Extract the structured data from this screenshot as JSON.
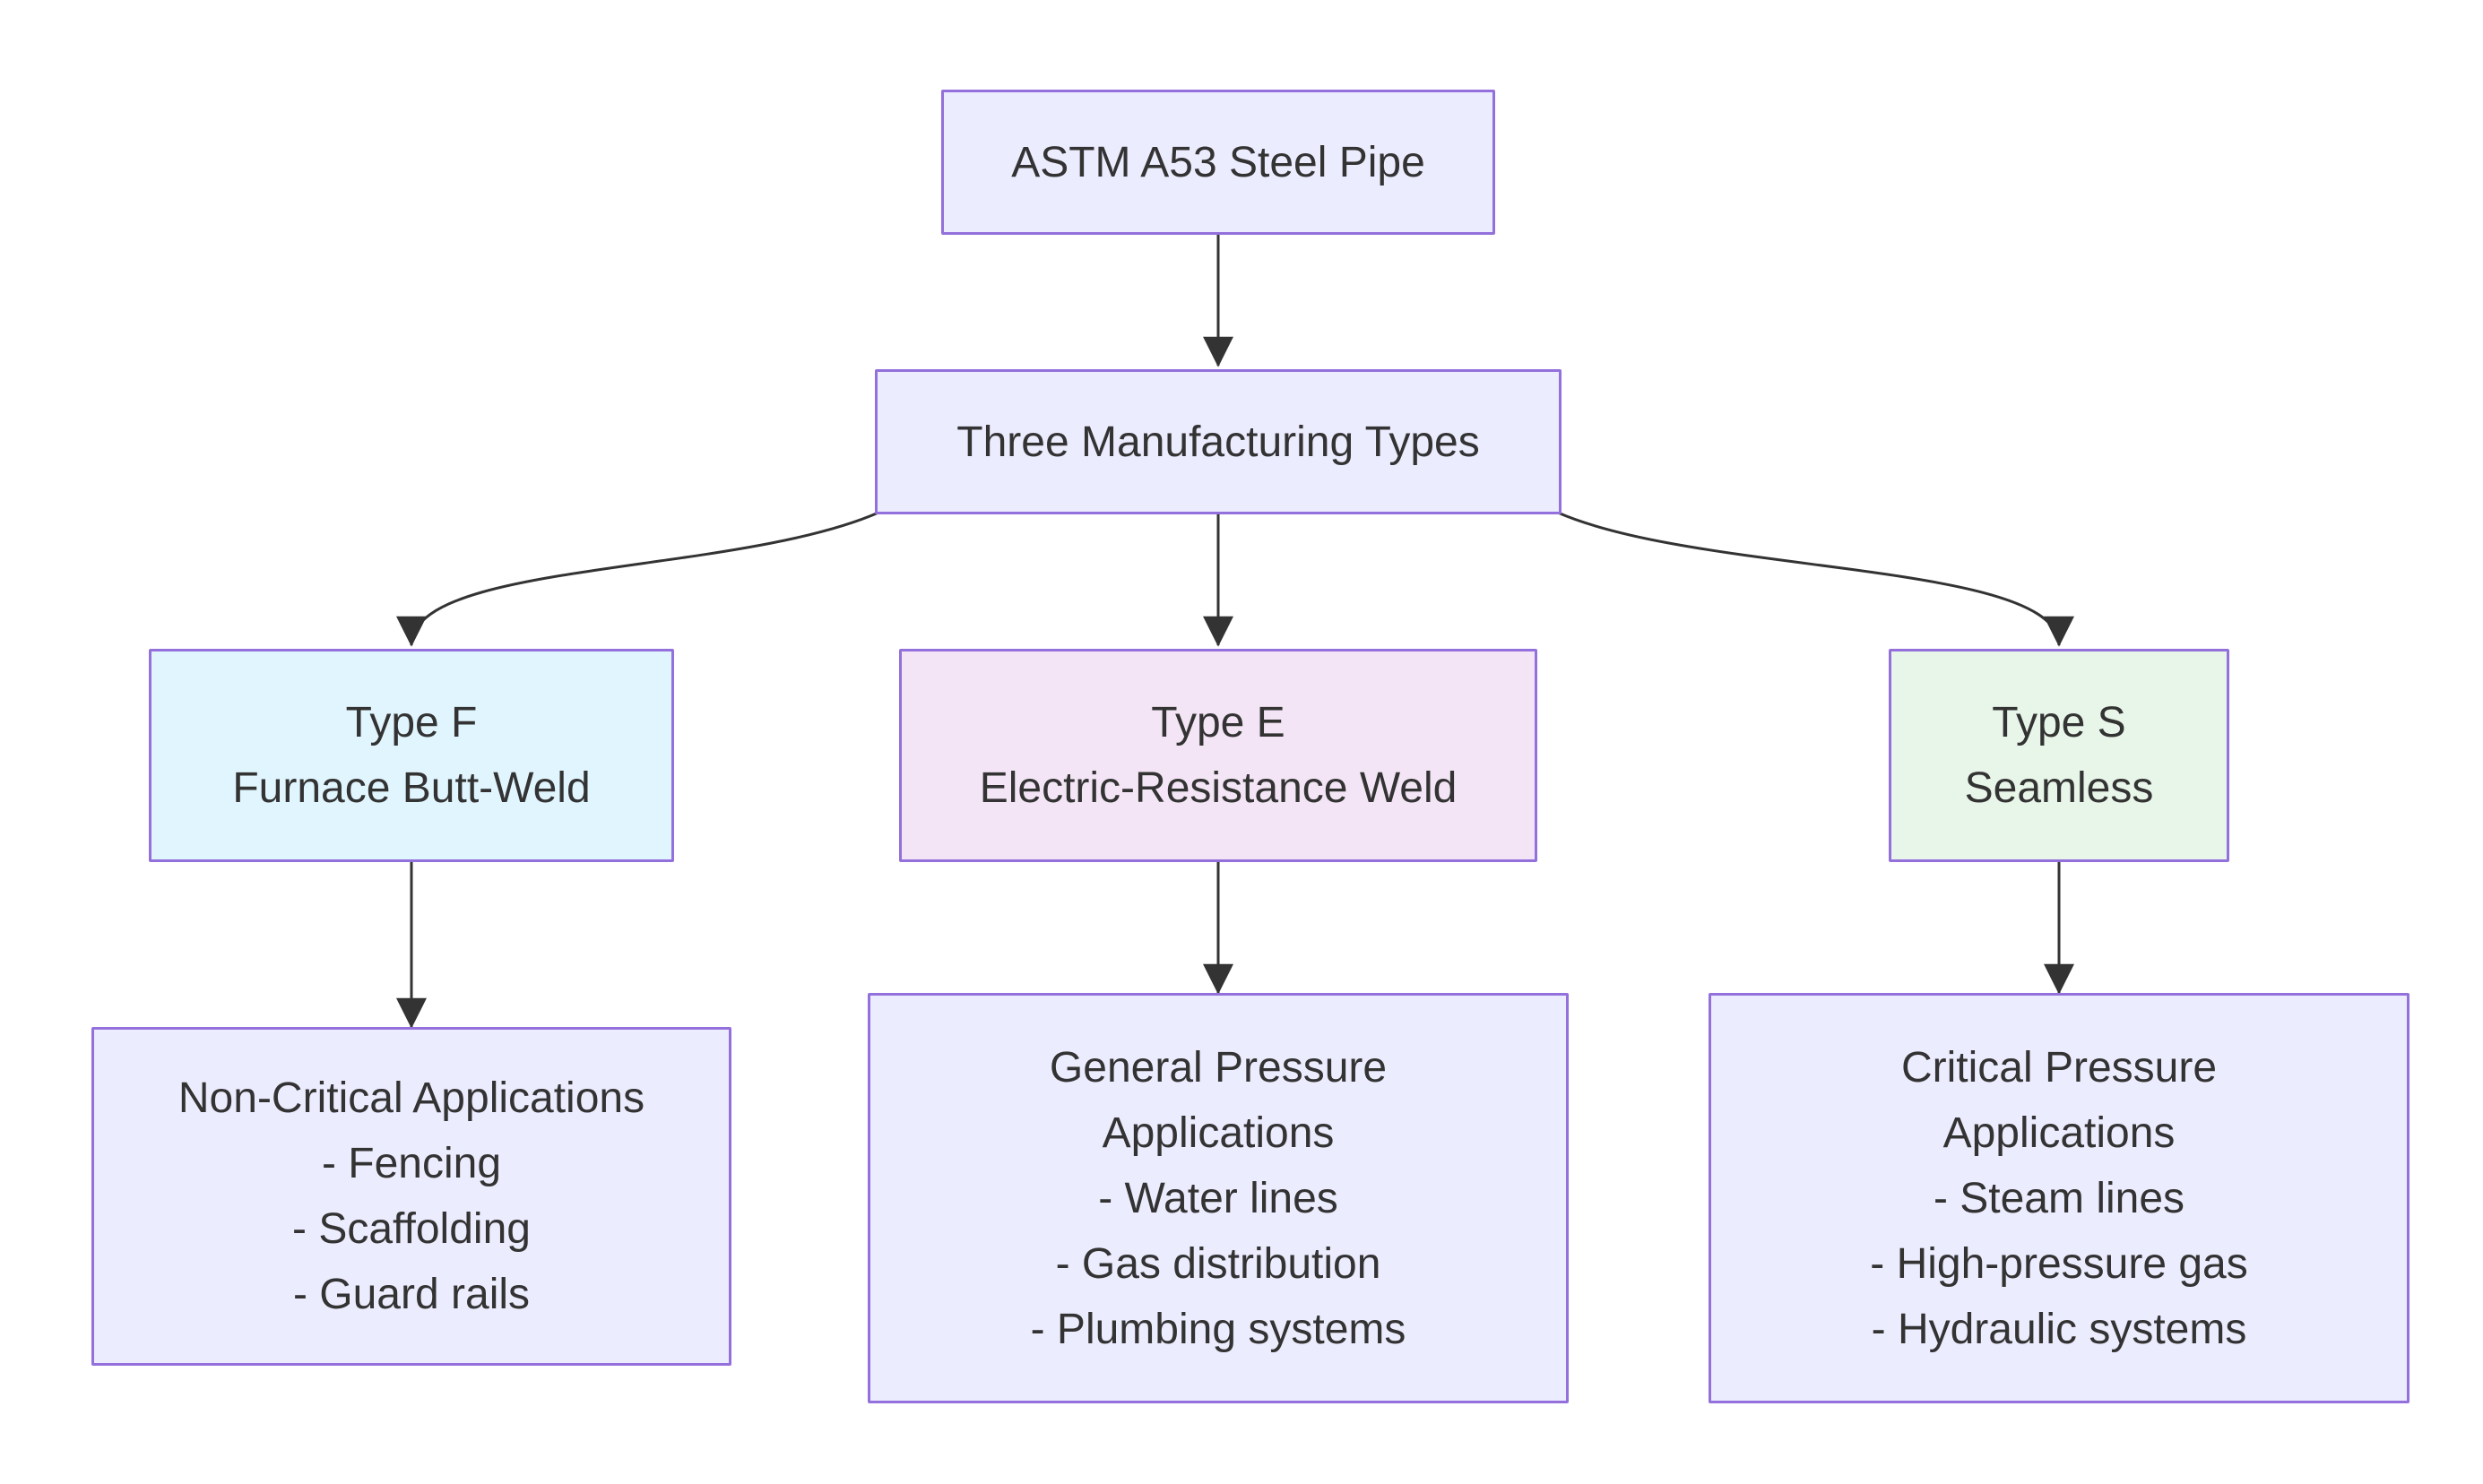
{
  "diagram": {
    "type": "flowchart",
    "colors": {
      "background": "#FFFFFF",
      "default_fill": "#ECECFF",
      "type_f_fill": "#E1F5FE",
      "type_e_fill": "#F3E5F5",
      "type_s_fill": "#E8F5E9",
      "node_border": "#9370DB",
      "edge_color": "#333333",
      "text_color": "#333333"
    },
    "nodes": [
      {
        "id": "root",
        "lines": [
          "ASTM A53 Steel Pipe"
        ]
      },
      {
        "id": "types",
        "lines": [
          "Three Manufacturing Types"
        ]
      },
      {
        "id": "type-f",
        "lines": [
          "Type F",
          "Furnace Butt-Weld"
        ]
      },
      {
        "id": "type-e",
        "lines": [
          "Type E",
          "Electric-Resistance Weld"
        ]
      },
      {
        "id": "type-s",
        "lines": [
          "Type S",
          "Seamless"
        ]
      },
      {
        "id": "app-f",
        "lines": [
          "Non-Critical Applications",
          "- Fencing",
          "- Scaffolding",
          "- Guard rails"
        ]
      },
      {
        "id": "app-e",
        "lines": [
          "General Pressure",
          "Applications",
          "- Water lines",
          "- Gas distribution",
          "- Plumbing systems"
        ]
      },
      {
        "id": "app-s",
        "lines": [
          "Critical Pressure",
          "Applications",
          "- Steam lines",
          "- High-pressure gas",
          "- Hydraulic systems"
        ]
      }
    ],
    "edges": [
      {
        "from": "root",
        "to": "types"
      },
      {
        "from": "types",
        "to": "type-f"
      },
      {
        "from": "types",
        "to": "type-e"
      },
      {
        "from": "types",
        "to": "type-s"
      },
      {
        "from": "type-f",
        "to": "app-f"
      },
      {
        "from": "type-e",
        "to": "app-e"
      },
      {
        "from": "type-s",
        "to": "app-s"
      }
    ]
  }
}
